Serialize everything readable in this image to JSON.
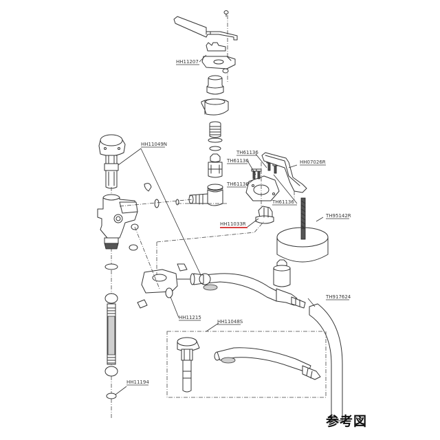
{
  "diagram": {
    "type": "exploded-parts-diagram",
    "caption": "参考図",
    "highlight_color": "#cc0000",
    "labels": [
      {
        "id": "hh11207",
        "text": "HH11207",
        "highlighted": false
      },
      {
        "id": "hh11049n",
        "text": "HH11049N",
        "highlighted": false
      },
      {
        "id": "th61136-a",
        "text": "TH61136",
        "highlighted": false
      },
      {
        "id": "th61136-b",
        "text": "TH61136",
        "highlighted": false
      },
      {
        "id": "th61136-c",
        "text": "TH61136",
        "highlighted": false
      },
      {
        "id": "th61136-d",
        "text": "TH61136",
        "highlighted": false
      },
      {
        "id": "hh07026r",
        "text": "HH07026R",
        "highlighted": false
      },
      {
        "id": "hh11033r",
        "text": "HH11033R",
        "highlighted": true
      },
      {
        "id": "th95142r",
        "text": "TH95142R",
        "highlighted": false
      },
      {
        "id": "th917624",
        "text": "TH917624",
        "highlighted": false
      },
      {
        "id": "hh11215",
        "text": "HH11215",
        "highlighted": false
      },
      {
        "id": "hh11048s",
        "text": "HH11048S",
        "highlighted": false
      },
      {
        "id": "hh11194",
        "text": "HH11194",
        "highlighted": false
      }
    ]
  }
}
